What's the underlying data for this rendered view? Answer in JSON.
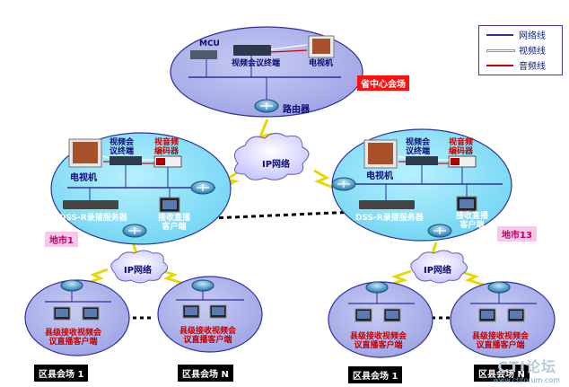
{
  "legend": {
    "items": [
      {
        "label": "网络线",
        "color": "#3030a0"
      },
      {
        "label": "视频线",
        "color": "#ffffff"
      },
      {
        "label": "音频线",
        "color": "#d00000"
      }
    ]
  },
  "center": {
    "mcu": "MCU",
    "terminal": "视频会议终端",
    "tv": "电视机",
    "name": "省中心会场",
    "router": "路由器"
  },
  "city_left": {
    "terminal": "视频会\n议终端",
    "codec": "视音频\n编码器",
    "tv": "电视机",
    "server": "DSS-R录播服务器",
    "client": "接收直播\n客户端",
    "name": "地市1"
  },
  "city_right": {
    "terminal": "视频会\n议终端",
    "codec": "视音频\n编码器",
    "tv": "电视机",
    "server": "DSS-R录播服务器",
    "client": "接收直播\n客户端",
    "name": "地市13"
  },
  "clouds": {
    "top": "IP网络",
    "left": "IP网络",
    "right": "IP网络"
  },
  "county": {
    "client_label": "县级接收视频会\n议直播客户端",
    "sites": [
      "区县会场 1",
      "区县会场 N",
      "区县会场 1",
      "区县会场 N"
    ]
  },
  "watermark": {
    "logo": "CTI论坛",
    "url": "www.ctiforum.com"
  }
}
